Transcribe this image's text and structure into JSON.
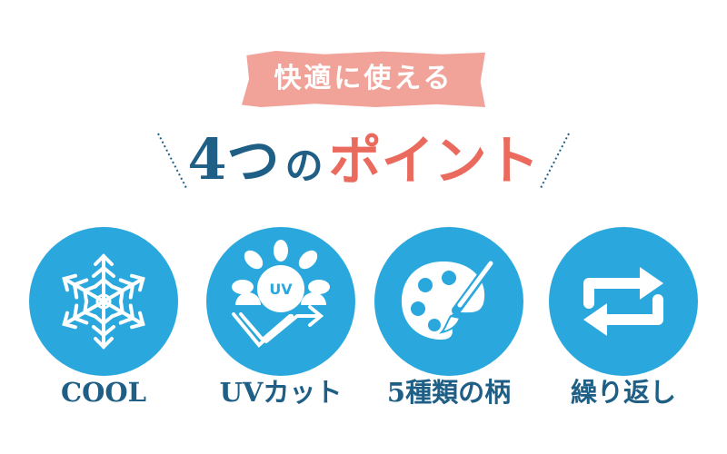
{
  "banner": {
    "text": "快適に使える"
  },
  "headline": {
    "number": "4",
    "counter": "つ",
    "particle": "の",
    "highlight": "ポイント"
  },
  "colors": {
    "banner_bg": "#f1a39a",
    "navy": "#1f5f86",
    "coral": "#ea6a5d",
    "circle_blue": "#2aa8dd"
  },
  "points": [
    {
      "label": "COOL",
      "icon": "snowflake-icon"
    },
    {
      "label": "UVカット",
      "icon": "uv-sun-icon",
      "icon_text": "UV"
    },
    {
      "label": "5種類の柄",
      "icon": "palette-brush-icon"
    },
    {
      "label": "繰り返し",
      "icon": "repeat-arrows-icon"
    }
  ]
}
